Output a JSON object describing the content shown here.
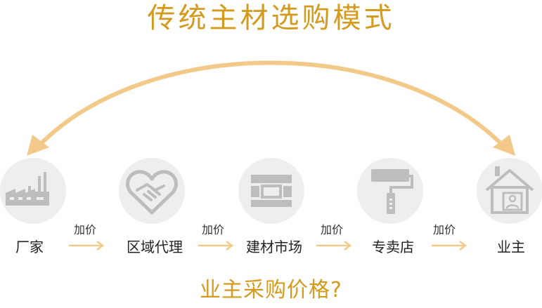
{
  "title": "传统主材选购模式",
  "question": "业主采购价格?",
  "nodes": [
    {
      "label": "厂家",
      "icon": "factory-icon"
    },
    {
      "label": "区域代理",
      "icon": "handshake-heart-icon"
    },
    {
      "label": "建材市场",
      "icon": "building-materials-icon"
    },
    {
      "label": "专卖店",
      "icon": "paint-roller-icon"
    },
    {
      "label": "业主",
      "icon": "house-owner-icon"
    }
  ],
  "steps": [
    {
      "label": "加价"
    },
    {
      "label": "加价"
    },
    {
      "label": "加价"
    },
    {
      "label": "加价"
    }
  ],
  "colors": {
    "accent": "#d49a1e",
    "arrow": "#f3c98a",
    "circle": "#eeeeee",
    "icon": "#bdbdbd"
  }
}
